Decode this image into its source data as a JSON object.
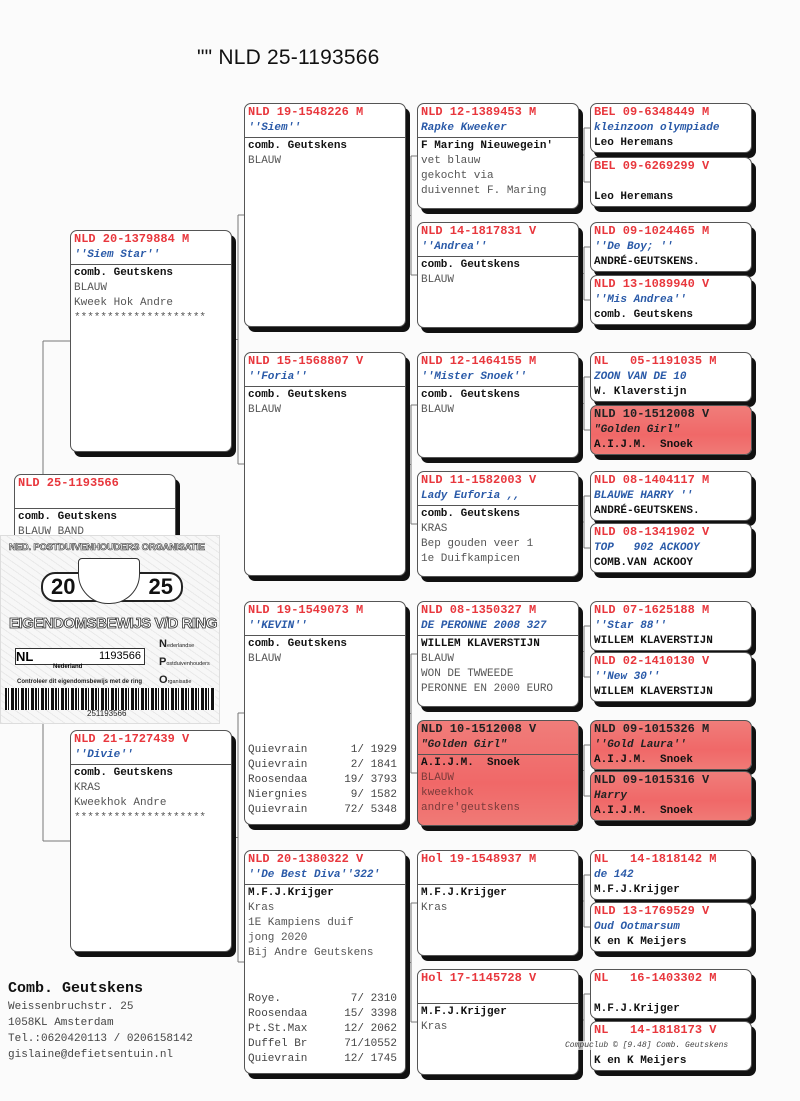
{
  "title": "\"\"  NLD 25-1193566",
  "pigeons": [
    {
      "ring": "NLD 25-1193566",
      "name": "",
      "owner": "comb. Geutskens",
      "details": [
        "BLAUW BAND"
      ]
    },
    {
      "ring": "NLD 20-1379884 M",
      "name": "''Siem Star''",
      "owner": "comb. Geutskens",
      "details": [
        "BLAUW",
        "Kweek Hok Andre",
        "********************"
      ]
    },
    {
      "ring": "NLD 21-1727439 V",
      "name": "''Divie''",
      "owner": "comb. Geutskens",
      "details": [
        "KRAS",
        "Kweekhok Andre",
        "********************"
      ]
    },
    {
      "ring": "NLD 19-1548226 M",
      "name": "''Siem''",
      "owner": "comb. Geutskens",
      "details": [
        "BLAUW"
      ]
    },
    {
      "ring": "NLD 15-1568807 V",
      "name": "''Foria''",
      "owner": "comb. Geutskens",
      "details": [
        "BLAUW"
      ]
    },
    {
      "ring": "NLD 19-1549073 M",
      "name": "''KEVIN''",
      "owner": "comb. Geutskens",
      "details": [
        "BLAUW"
      ],
      "results": [
        {
          "race": "Quievrain",
          "place": "1/ 1929"
        },
        {
          "race": "Quievrain",
          "place": "2/ 1841"
        },
        {
          "race": "Roosendaa",
          "place": "19/ 3793"
        },
        {
          "race": "Niergnies",
          "place": "9/ 1582"
        },
        {
          "race": "Quievrain",
          "place": "72/ 5348"
        }
      ]
    },
    {
      "ring": "NLD 20-1380322 V",
      "name": "''De Best Diva''322'",
      "owner": "M.F.J.Krijger",
      "details": [
        "Kras",
        "1E Kampiens duif",
        "jong 2020",
        "Bij Andre Geutskens"
      ],
      "results": [
        {
          "race": "Roye.",
          "place": "7/ 2310"
        },
        {
          "race": "Roosendaa",
          "place": "15/ 3398"
        },
        {
          "race": "Pt.St.Max",
          "place": "12/ 2062"
        },
        {
          "race": "Duffel Br",
          "place": "71/10552"
        },
        {
          "race": "Quievrain",
          "place": "12/ 1745"
        }
      ]
    },
    {
      "ring": "NLD 12-1389453 M",
      "name": "Rapke Kweeker",
      "owner": "F Maring Nieuwegein'",
      "details": [
        "vet blauw",
        "gekocht via",
        "duivennet F. Maring"
      ]
    },
    {
      "ring": "NLD 14-1817831 V",
      "name": "''Andrea''",
      "owner": "comb. Geutskens",
      "details": [
        "BLAUW"
      ]
    },
    {
      "ring": "NLD 12-1464155 M",
      "name": "''Mister Snoek''",
      "owner": "comb. Geutskens",
      "details": [
        "BLAUW"
      ]
    },
    {
      "ring": "NLD 11-1582003 V",
      "name": "Lady Euforia ,,",
      "owner": "comb. Geutskens",
      "details": [
        "KRAS",
        "Bep gouden veer 1",
        "1e Duifkampicen"
      ]
    },
    {
      "ring": "NLD 08-1350327 M",
      "name": "DE PERONNE 2008 327",
      "owner": "WILLEM KLAVERSTIJN",
      "details": [
        "BLAUW",
        "WON DE TWWEEDE",
        "PERONNE EN 2000 EURO"
      ]
    },
    {
      "ring": "NLD 10-1512008 V",
      "name": "\"Golden Girl\"",
      "owner": "A.I.J.M.  Snoek",
      "details": [
        "BLAUW",
        "kweekhok",
        "andre'geutskens"
      ],
      "highlight": true
    },
    {
      "ring": "Hol 19-1548937 M",
      "name": "",
      "owner": "M.F.J.Krijger",
      "details": [
        "Kras"
      ]
    },
    {
      "ring": "Hol 17-1145728 V",
      "name": "",
      "owner": "M.F.J.Krijger",
      "details": [
        "Kras"
      ]
    },
    {
      "ring": "BEL 09-6348449 M",
      "name": "kleinzoon olympiade",
      "owner": "Leo Heremans"
    },
    {
      "ring": "BEL 09-6269299 V",
      "name": "",
      "owner": "Leo Heremans"
    },
    {
      "ring": "NLD 09-1024465 M",
      "name": "''De Boy; ''",
      "owner": "ANDRÉ-GEUTSKENS."
    },
    {
      "ring": "NLD 13-1089940 V",
      "name": "''Mis Andrea''",
      "owner": "comb. Geutskens"
    },
    {
      "ring": "NL   05-1191035 M",
      "name": "ZOON VAN DE 10",
      "owner": "W. Klaverstijn"
    },
    {
      "ring": "NLD 10-1512008 V",
      "name": "\"Golden Girl\"",
      "owner": "A.I.J.M.  Snoek",
      "highlight": true
    },
    {
      "ring": "NLD 08-1404117 M",
      "name": "BLAUWE HARRY ''",
      "owner": "ANDRÉ-GEUTSKENS."
    },
    {
      "ring": "NLD 08-1341902 V",
      "name": "TOP   902 ACKOOY",
      "owner": "COMB.VAN ACKOOY"
    },
    {
      "ring": "NLD 07-1625188 M",
      "name": "''Star 88''",
      "owner": "WILLEM KLAVERSTIJN"
    },
    {
      "ring": "NLD 02-1410130 V",
      "name": "''New 30''",
      "owner": "WILLEM KLAVERSTIJN"
    },
    {
      "ring": "NLD 09-1015326 M",
      "name": "''Gold Laura''",
      "owner": "A.I.J.M.  Snoek",
      "highlight": true
    },
    {
      "ring": "NLD 09-1015316 V",
      "name": "Harry",
      "owner": "A.I.J.M.  Snoek",
      "highlight": true
    },
    {
      "ring": "NL   14-1818142 M",
      "name": "de 142",
      "owner": "M.F.J.Krijger"
    },
    {
      "ring": "NLD 13-1769529 V",
      "name": "Oud Ootmarsum",
      "owner": "K en K Meijers"
    },
    {
      "ring": "NL   16-1403302 M",
      "name": "",
      "owner": "M.F.J.Krijger"
    },
    {
      "ring": "NL   14-1818173 V",
      "name": "",
      "owner": "K en K Meijers"
    }
  ],
  "ring_card": {
    "organisation": "NED. POSTDUIVENHOUDERS ORGANISATIE",
    "year_left": "20",
    "year_right": "25",
    "heading": "EIGENDOMSBEWIJS V/D RING",
    "country": "NL",
    "ring_number": "1193566",
    "country_name": "Nederland",
    "org_n": "N",
    "org_n_rest": "ederlandse",
    "org_p": "P",
    "org_p_rest": "ostduivenhouders",
    "org_o": "O",
    "org_o_rest": "rganisatie",
    "notice": "Controleer dit eigendomsbewijs met de ring",
    "barcode_number": "251193566"
  },
  "footer": {
    "name": "Comb. Geutskens",
    "street": "Weissenbruchstr. 25",
    "city": "1058KL  Amsterdam",
    "phone": "Tel.:0620420113 / 0206158142",
    "email": "gislaine@defietsentuin.nl"
  },
  "software_credit": "Compuclub © [9.48]  Comb. Geutskens"
}
